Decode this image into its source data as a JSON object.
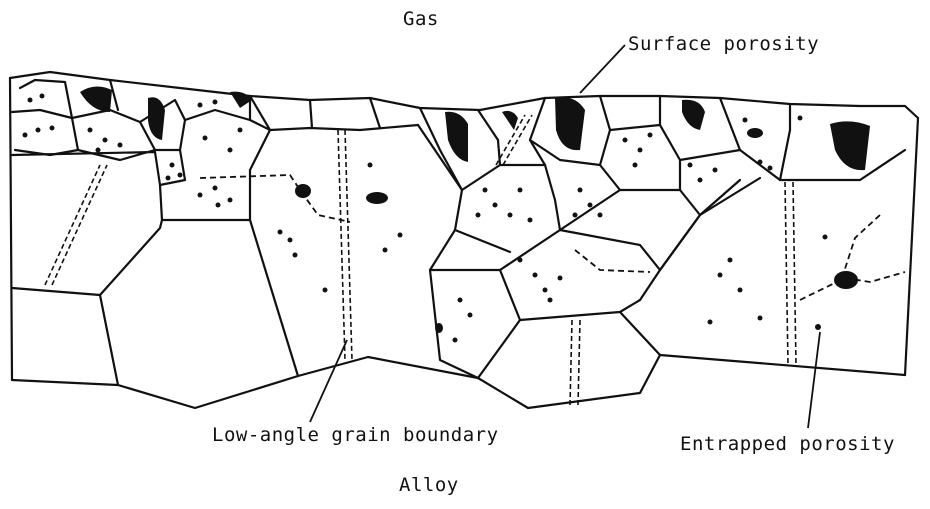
{
  "labels": {
    "top": "Gas",
    "bottom": "Alloy",
    "surface_porosity": "Surface porosity",
    "low_angle_boundary": "Low-angle grain boundary",
    "entrapped_porosity": "Entrapped porosity"
  },
  "colors": {
    "ink": "#111111",
    "background": "#ffffff"
  }
}
